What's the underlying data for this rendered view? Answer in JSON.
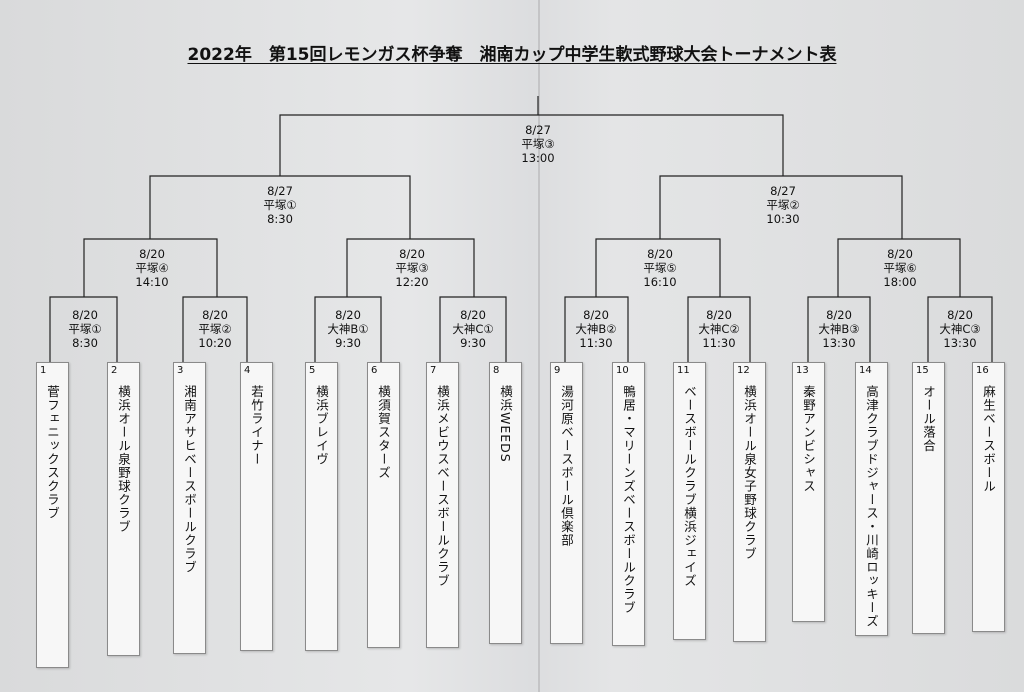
{
  "title": "2022年　第15回レモンガス杯争奪　湘南カップ中学生軟式野球大会トーナメント表",
  "teams": [
    {
      "no": "1",
      "name": "菅フェニックスクラブ"
    },
    {
      "no": "2",
      "name": "横浜オール泉野球クラブ"
    },
    {
      "no": "3",
      "name": "湘南アサヒベースボールクラブ"
    },
    {
      "no": "4",
      "name": "若竹ライナー"
    },
    {
      "no": "5",
      "name": "横浜ブレイヴ"
    },
    {
      "no": "6",
      "name": "横須賀スターズ"
    },
    {
      "no": "7",
      "name": "横浜メビウスベースボールクラブ"
    },
    {
      "no": "8",
      "name": "横浜WEEDS"
    },
    {
      "no": "9",
      "name": "湯河原ベースボール倶楽部"
    },
    {
      "no": "10",
      "name": "鴨居・マリーンズベースボールクラブ"
    },
    {
      "no": "11",
      "name": "ベースボールクラブ横浜ジェイズ"
    },
    {
      "no": "12",
      "name": "横浜オール泉女子野球クラブ"
    },
    {
      "no": "13",
      "name": "秦野アンビシャス"
    },
    {
      "no": "14",
      "name": "高津クラブドジャース・川崎ロッキーズ"
    },
    {
      "no": "15",
      "name": "オール落合"
    },
    {
      "no": "16",
      "name": "麻生ベースボール"
    }
  ],
  "round1": [
    {
      "date": "8/20",
      "venue": "平塚①",
      "time": "8:30"
    },
    {
      "date": "8/20",
      "venue": "平塚②",
      "time": "10:20"
    },
    {
      "date": "8/20",
      "venue": "大神B①",
      "time": "9:30"
    },
    {
      "date": "8/20",
      "venue": "大神C①",
      "time": "9:30"
    },
    {
      "date": "8/20",
      "venue": "大神B②",
      "time": "11:30"
    },
    {
      "date": "8/20",
      "venue": "大神C②",
      "time": "11:30"
    },
    {
      "date": "8/20",
      "venue": "大神B③",
      "time": "13:30"
    },
    {
      "date": "8/20",
      "venue": "大神C③",
      "time": "13:30"
    }
  ],
  "round2": [
    {
      "date": "8/20",
      "venue": "平塚④",
      "time": "14:10"
    },
    {
      "date": "8/20",
      "venue": "平塚③",
      "time": "12:20"
    },
    {
      "date": "8/20",
      "venue": "平塚⑤",
      "time": "16:10"
    },
    {
      "date": "8/20",
      "venue": "平塚⑥",
      "time": "18:00"
    }
  ],
  "semis": [
    {
      "date": "8/27",
      "venue": "平塚①",
      "time": "8:30"
    },
    {
      "date": "8/27",
      "venue": "平塚②",
      "time": "10:30"
    }
  ],
  "final": {
    "date": "8/27",
    "venue": "平塚③",
    "time": "13:00"
  }
}
